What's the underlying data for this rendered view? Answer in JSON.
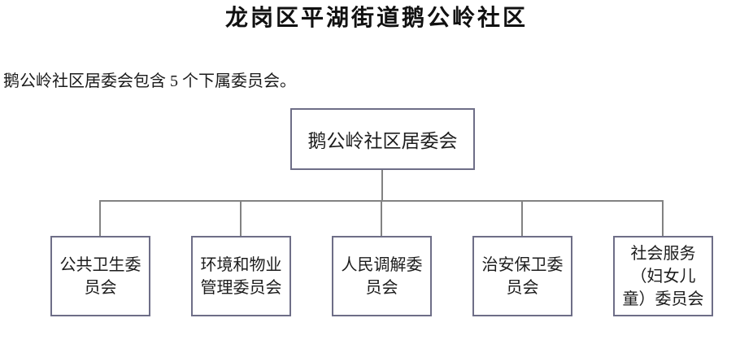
{
  "page": {
    "title": "龙岗区平湖街道鹅公岭社区",
    "subtitle": "鹅公岭社区居委会包含 5 个下属委员会。"
  },
  "org": {
    "root": {
      "label": "鹅公岭社区居委会"
    },
    "children": [
      {
        "label": "公共卫生委\n员会"
      },
      {
        "label": "环境和物业\n管理委员会"
      },
      {
        "label": "人民调解委\n员会"
      },
      {
        "label": "治安保卫委\n员会"
      },
      {
        "label": "社会服务\n（妇女儿\n童）委员会"
      }
    ]
  },
  "colors": {
    "node_border": "#6e6e87",
    "connector": "#828282",
    "text": "#1a1a1a",
    "background": "#ffffff"
  }
}
